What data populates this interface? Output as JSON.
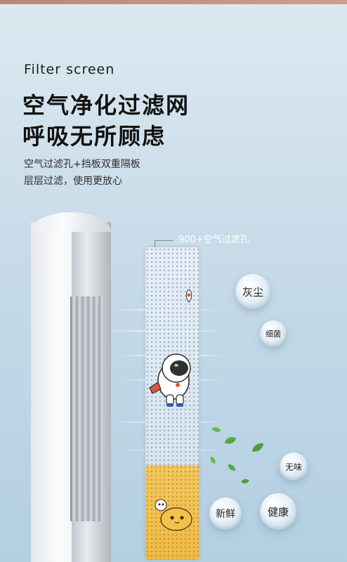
{
  "eyebrow": "Filter screen",
  "headline": {
    "line1": "空气净化过滤网",
    "line2": "呼吸无所顾虑"
  },
  "subtext": {
    "line1": "空气过滤孔+挡板双重隔板",
    "line2": "层层过滤，使用更放心"
  },
  "filter_label": "900+空气过滤孔",
  "bubbles": {
    "dust": "灰尘",
    "bacteria": "细菌",
    "odorless": "无味",
    "fresh": "新鲜",
    "healthy": "健康"
  },
  "colors": {
    "accent_bar": "#b38a78",
    "leaf": "#5aa645",
    "filter_yellow": "#f0bb45"
  },
  "icons": [
    "astronaut-icon",
    "cat-icon",
    "leaf-icon"
  ]
}
